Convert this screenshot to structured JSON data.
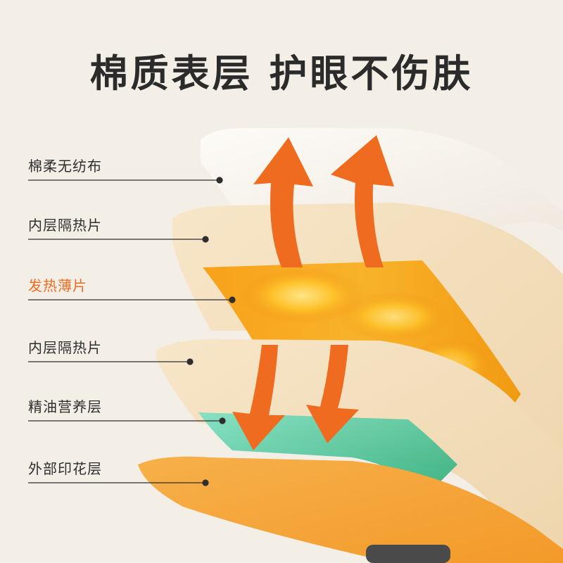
{
  "headline": "棉质表层 护眼不伤肤",
  "layers": [
    {
      "label": "棉柔无纺布",
      "highlight": false
    },
    {
      "label": "内层隔热片",
      "highlight": false
    },
    {
      "label": "发热薄片",
      "highlight": true
    },
    {
      "label": "内层隔热片",
      "highlight": false
    },
    {
      "label": "精油营养层",
      "highlight": false
    },
    {
      "label": "外部印花层",
      "highlight": false
    }
  ],
  "colors": {
    "background": "#f4efe6",
    "highlight_text": "#ef6b1f",
    "arrow": "#ef6b1f",
    "cotton": "#fbf8f2",
    "insulation": "#f3dcb6",
    "heating": "#f7a21a",
    "oil": "#3fbe8c",
    "print": "#f6a33a"
  }
}
